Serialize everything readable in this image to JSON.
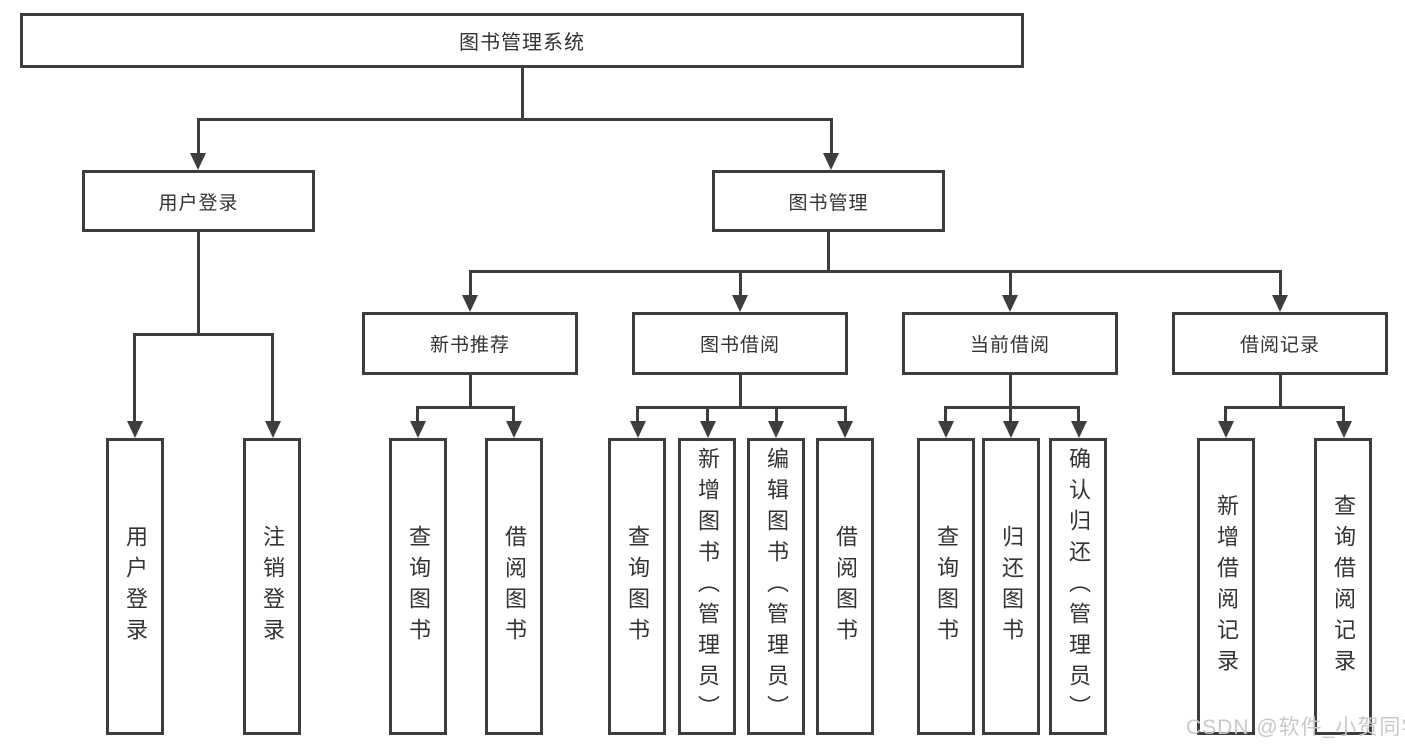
{
  "watermark": "CSDN @软件_小贺同学",
  "colors": {
    "line": "#3d3d3d",
    "text": "#333333",
    "watermark": "#c8c8c8",
    "background": "#ffffff"
  },
  "diagram": {
    "root": {
      "label": "图书管理系统"
    },
    "branches": [
      {
        "label": "用户登录",
        "children": [
          {
            "label": "用户登录"
          },
          {
            "label": "注销登录"
          }
        ]
      },
      {
        "label": "图书管理",
        "children": [
          {
            "label": "新书推荐",
            "children": [
              {
                "label": "查询图书"
              },
              {
                "label": "借阅图书"
              }
            ]
          },
          {
            "label": "图书借阅",
            "children": [
              {
                "label": "查询图书"
              },
              {
                "label": "新增图书（管理员）"
              },
              {
                "label": "编辑图书（管理员）"
              },
              {
                "label": "借阅图书"
              }
            ]
          },
          {
            "label": "当前借阅",
            "children": [
              {
                "label": "查询图书"
              },
              {
                "label": "归还图书"
              },
              {
                "label": "确认归还（管理员）"
              }
            ]
          },
          {
            "label": "借阅记录",
            "children": [
              {
                "label": "新增借阅记录"
              },
              {
                "label": "查询借阅记录"
              }
            ]
          }
        ]
      }
    ]
  }
}
